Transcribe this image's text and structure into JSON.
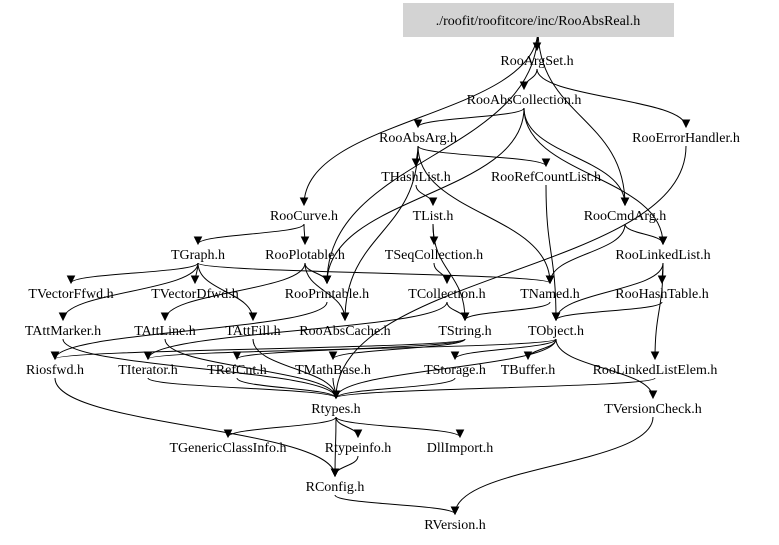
{
  "title": "./roofit/roofitcore/inc/RooAbsReal.h",
  "nodes": [
    {
      "id": "root",
      "label": "./roofit/roofitcore/inc/RooAbsReal.h",
      "root": true
    },
    {
      "id": "RooArgSet",
      "label": "RooArgSet.h"
    },
    {
      "id": "RooAbsCollection",
      "label": "RooAbsCollection.h"
    },
    {
      "id": "RooAbsArg",
      "label": "RooAbsArg.h"
    },
    {
      "id": "RooErrorHandler",
      "label": "RooErrorHandler.h"
    },
    {
      "id": "THashList",
      "label": "THashList.h"
    },
    {
      "id": "RooRefCountList",
      "label": "RooRefCountList.h"
    },
    {
      "id": "RooCurve",
      "label": "RooCurve.h"
    },
    {
      "id": "TList",
      "label": "TList.h"
    },
    {
      "id": "RooCmdArg",
      "label": "RooCmdArg.h"
    },
    {
      "id": "TGraph",
      "label": "TGraph.h"
    },
    {
      "id": "RooPlotable",
      "label": "RooPlotable.h"
    },
    {
      "id": "TSeqCollection",
      "label": "TSeqCollection.h"
    },
    {
      "id": "RooLinkedList",
      "label": "RooLinkedList.h"
    },
    {
      "id": "TVectorFfwd",
      "label": "TVectorFfwd.h"
    },
    {
      "id": "TVectorDfwd",
      "label": "TVectorDfwd.h"
    },
    {
      "id": "RooPrintable",
      "label": "RooPrintable.h"
    },
    {
      "id": "TCollection",
      "label": "TCollection.h"
    },
    {
      "id": "TNamed",
      "label": "TNamed.h"
    },
    {
      "id": "RooHashTable",
      "label": "RooHashTable.h"
    },
    {
      "id": "TAttMarker",
      "label": "TAttMarker.h"
    },
    {
      "id": "TAttLine",
      "label": "TAttLine.h"
    },
    {
      "id": "TAttFill",
      "label": "TAttFill.h"
    },
    {
      "id": "RooAbsCache",
      "label": "RooAbsCache.h"
    },
    {
      "id": "TString",
      "label": "TString.h"
    },
    {
      "id": "TObject",
      "label": "TObject.h"
    },
    {
      "id": "Riosfwd",
      "label": "Riosfwd.h"
    },
    {
      "id": "TIterator",
      "label": "TIterator.h"
    },
    {
      "id": "TRefCnt",
      "label": "TRefCnt.h"
    },
    {
      "id": "TMathBase",
      "label": "TMathBase.h"
    },
    {
      "id": "TStorage",
      "label": "TStorage.h"
    },
    {
      "id": "TBuffer",
      "label": "TBuffer.h"
    },
    {
      "id": "RooLinkedListElem",
      "label": "RooLinkedListElem.h"
    },
    {
      "id": "Rtypes",
      "label": "Rtypes.h"
    },
    {
      "id": "TVersionCheck",
      "label": "TVersionCheck.h"
    },
    {
      "id": "TGenericClassInfo",
      "label": "TGenericClassInfo.h"
    },
    {
      "id": "Rtypeinfo",
      "label": "Rtypeinfo.h"
    },
    {
      "id": "DllImport",
      "label": "DllImport.h"
    },
    {
      "id": "RConfig",
      "label": "RConfig.h"
    },
    {
      "id": "RVersion",
      "label": "RVersion.h"
    }
  ],
  "edges": [
    [
      "root",
      "RooArgSet"
    ],
    [
      "root",
      "RooCurve"
    ],
    [
      "root",
      "RooCmdArg"
    ],
    [
      "root",
      "RooPrintable"
    ],
    [
      "RooArgSet",
      "RooAbsCollection"
    ],
    [
      "RooArgSet",
      "RooErrorHandler"
    ],
    [
      "RooAbsCollection",
      "RooAbsArg"
    ],
    [
      "RooAbsCollection",
      "RooCmdArg"
    ],
    [
      "RooAbsCollection",
      "RooLinkedList"
    ],
    [
      "RooAbsCollection",
      "RooPrintable"
    ],
    [
      "RooAbsArg",
      "THashList"
    ],
    [
      "RooAbsArg",
      "RooRefCountList"
    ],
    [
      "RooAbsArg",
      "TNamed"
    ],
    [
      "RooAbsArg",
      "RooAbsCache"
    ],
    [
      "RooErrorHandler",
      "Rtypes"
    ],
    [
      "THashList",
      "TList"
    ],
    [
      "RooRefCountList",
      "TObject"
    ],
    [
      "RooCurve",
      "TGraph"
    ],
    [
      "RooCurve",
      "RooPlotable"
    ],
    [
      "TList",
      "TSeqCollection"
    ],
    [
      "TList",
      "TString"
    ],
    [
      "RooCmdArg",
      "TNamed"
    ],
    [
      "RooCmdArg",
      "RooLinkedList"
    ],
    [
      "TGraph",
      "TVectorFfwd"
    ],
    [
      "TGraph",
      "TVectorDfwd"
    ],
    [
      "TGraph",
      "TAttMarker"
    ],
    [
      "TGraph",
      "TAttFill"
    ],
    [
      "TGraph",
      "TNamed"
    ],
    [
      "RooPlotable",
      "RooPrintable"
    ],
    [
      "RooPlotable",
      "TAttLine"
    ],
    [
      "RooPlotable",
      "RooAbsCache"
    ],
    [
      "TSeqCollection",
      "TCollection"
    ],
    [
      "RooLinkedList",
      "RooHashTable"
    ],
    [
      "RooLinkedList",
      "RooLinkedListElem"
    ],
    [
      "RooLinkedList",
      "TObject"
    ],
    [
      "TCollection",
      "TString"
    ],
    [
      "TCollection",
      "TIterator"
    ],
    [
      "TNamed",
      "TString"
    ],
    [
      "RooHashTable",
      "TObject"
    ],
    [
      "TAttMarker",
      "Rtypes"
    ],
    [
      "TAttLine",
      "Rtypes"
    ],
    [
      "TAttFill",
      "Rtypes"
    ],
    [
      "RooPrintable",
      "Riosfwd"
    ],
    [
      "TString",
      "TRefCnt"
    ],
    [
      "TString",
      "TMathBase"
    ],
    [
      "TString",
      "Riosfwd"
    ],
    [
      "TObject",
      "TStorage"
    ],
    [
      "TObject",
      "TBuffer"
    ],
    [
      "TObject",
      "TVersionCheck"
    ],
    [
      "TObject",
      "Rtypes"
    ],
    [
      "TObject",
      "TIterator"
    ],
    [
      "Riosfwd",
      "RConfig"
    ],
    [
      "TIterator",
      "Rtypes"
    ],
    [
      "TRefCnt",
      "Rtypes"
    ],
    [
      "TMathBase",
      "Rtypes"
    ],
    [
      "TStorage",
      "Rtypes"
    ],
    [
      "RooLinkedListElem",
      "Rtypes"
    ],
    [
      "TVersionCheck",
      "RVersion"
    ],
    [
      "Rtypes",
      "TGenericClassInfo"
    ],
    [
      "Rtypes",
      "Rtypeinfo"
    ],
    [
      "Rtypes",
      "DllImport"
    ],
    [
      "Rtypes",
      "RConfig"
    ],
    [
      "Rtypeinfo",
      "RConfig"
    ],
    [
      "RConfig",
      "RVersion"
    ]
  ]
}
